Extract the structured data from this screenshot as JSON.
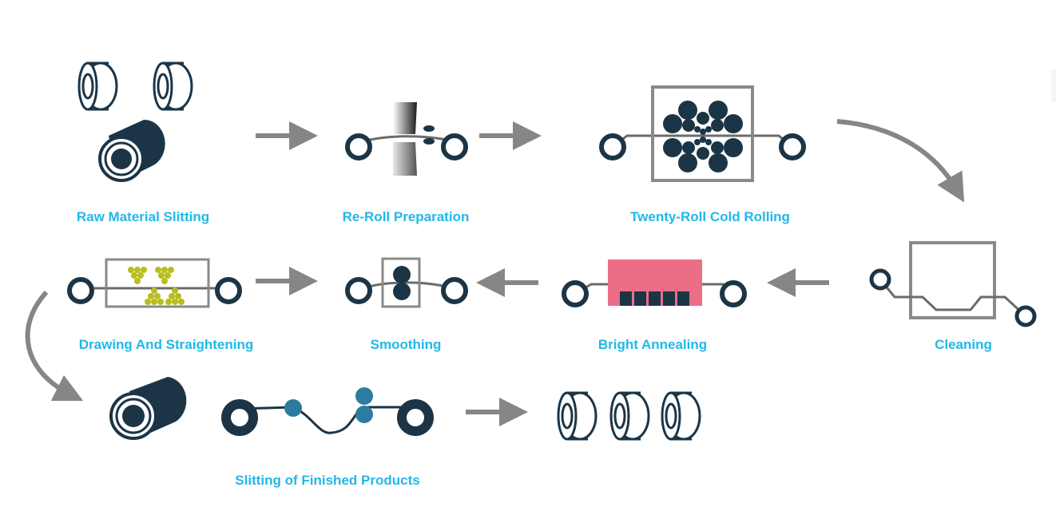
{
  "colors": {
    "navy": "#1b3547",
    "label": "#21b8e8",
    "arrow": "#868686",
    "frame": "#8a8a8a",
    "furnace": "#ec6e86",
    "ball": "#b9bd1e",
    "teal": "#2c7ba0"
  },
  "steps": [
    {
      "id": "raw-material-slitting",
      "label": "Raw Material Slitting"
    },
    {
      "id": "re-roll-preparation",
      "label": "Re-Roll Preparation"
    },
    {
      "id": "twenty-roll-cold-rolling",
      "label": "Twenty-Roll Cold Rolling"
    },
    {
      "id": "cleaning",
      "label": "Cleaning"
    },
    {
      "id": "bright-annealing",
      "label": "Bright Annealing"
    },
    {
      "id": "smoothing",
      "label": "Smoothing"
    },
    {
      "id": "drawing-and-straightening",
      "label": "Drawing And Straightening"
    },
    {
      "id": "slitting-of-finished-products",
      "label": "Slitting of Finished Products"
    }
  ]
}
